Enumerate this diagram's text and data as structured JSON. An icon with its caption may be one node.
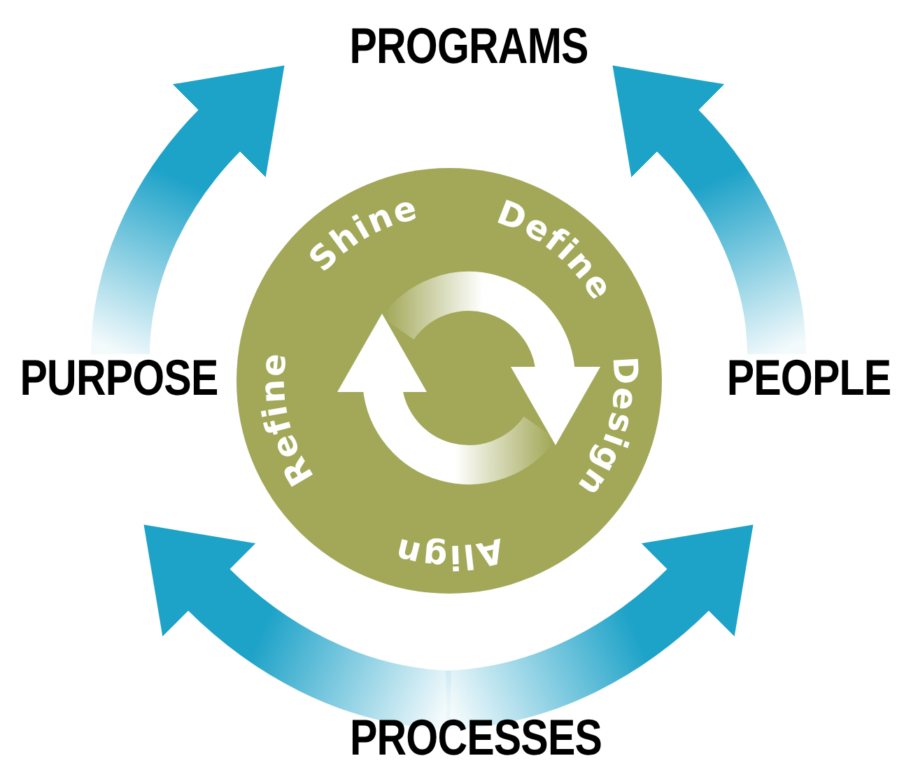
{
  "diagram": {
    "nodes": [
      {
        "text": [
          "PROGRAMS"
        ]
      },
      {
        "text": [
          "PURPOSE"
        ]
      },
      {
        "text": [
          "Shine",
          "Define",
          "Design",
          "Align",
          "Refine"
        ]
      },
      {
        "text": [
          "PEOPLE"
        ]
      },
      {
        "text": [
          "PROCESSES"
        ]
      }
    ],
    "edges": [
      {
        "from": 1,
        "to": 0,
        "arrow": "to"
      },
      {
        "from": 3,
        "to": 0,
        "arrow": "to"
      },
      {
        "from": 4,
        "to": 1,
        "arrow": "to"
      },
      {
        "from": 4,
        "to": 3,
        "arrow": "to"
      }
    ]
  }
}
